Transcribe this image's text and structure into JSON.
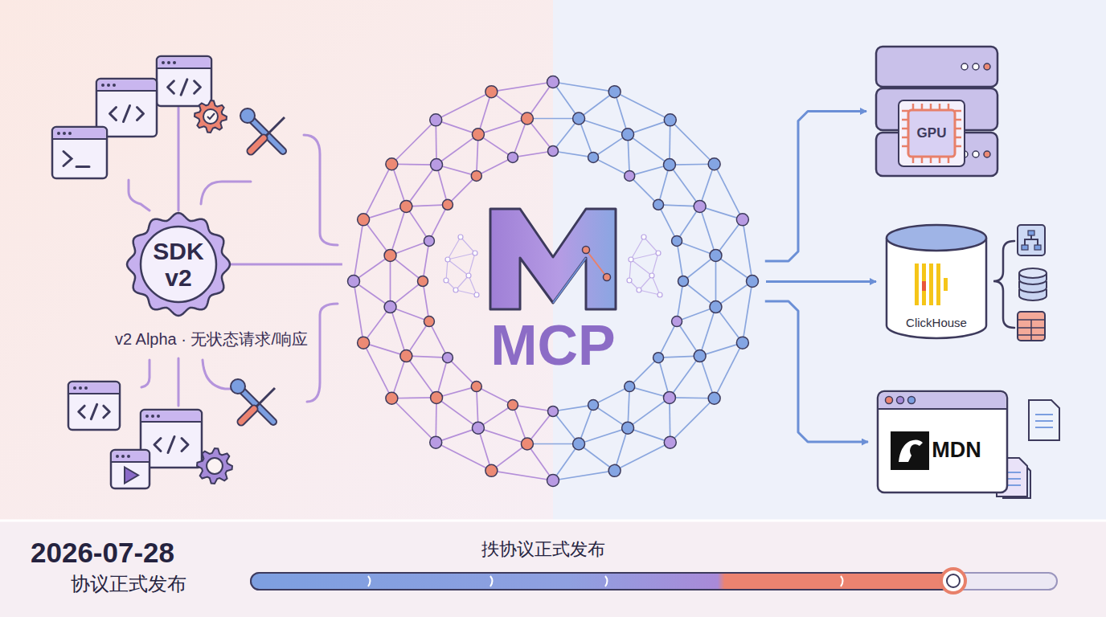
{
  "diagram": {
    "nodes": [
      {
        "text": [
          "SDK v2",
          "v2 Alpha · 无状态请求/响应"
        ]
      },
      {
        "text": [
          "MCP"
        ]
      },
      {
        "text": [
          "GPU"
        ]
      },
      {
        "text": [
          "ClickHouse"
        ]
      },
      {
        "text": [
          "MDN"
        ]
      }
    ],
    "edges": [
      {
        "from": 0,
        "to": 1,
        "arrow": "none"
      },
      {
        "from": 1,
        "to": 2,
        "arrow": "to"
      },
      {
        "from": 1,
        "to": 3,
        "arrow": "to"
      },
      {
        "from": 1,
        "to": 4,
        "arrow": "to"
      }
    ],
    "labels": [
      "2026-07-28",
      "协议正式发布",
      "抶协议正式发布"
    ]
  }
}
